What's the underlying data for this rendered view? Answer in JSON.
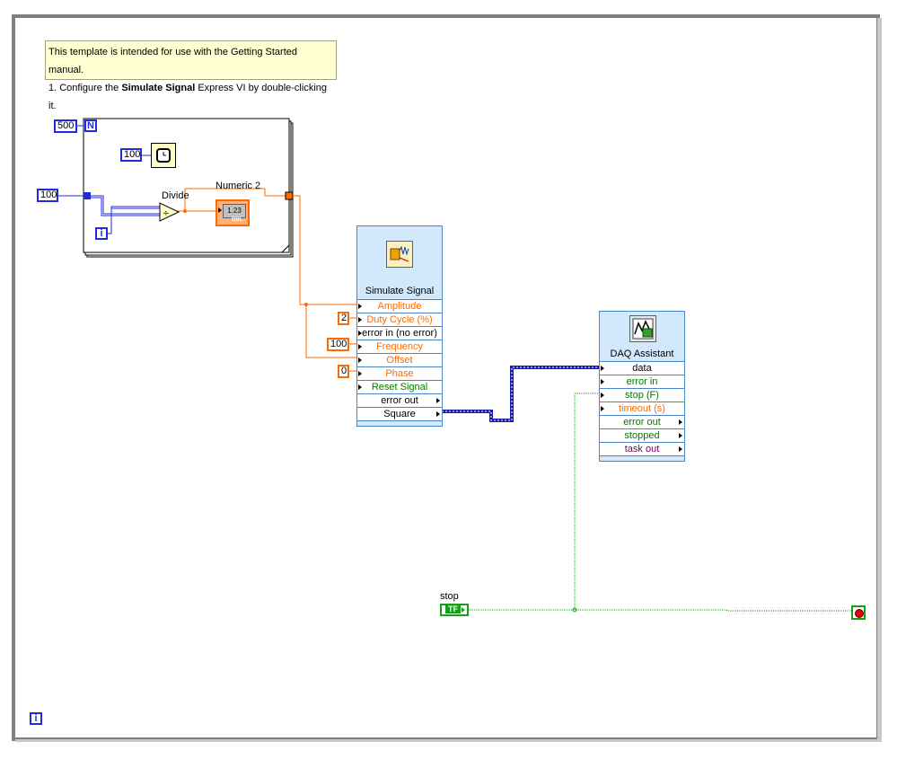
{
  "comment": {
    "line1": "This template is intended for use with the Getting Started manual.",
    "line2_prefix": "1. Configure the ",
    "line2_bold": "Simulate Signal",
    "line2_suffix": " Express VI by double-clicking it."
  },
  "for_loop": {
    "count_constant": "500",
    "count_terminal": "N",
    "wait_constant": "100",
    "divide_input_constant": "100",
    "iteration_terminal": "i",
    "divide_label": "Divide",
    "numeric_label": "Numeric 2",
    "numeric_indicator_text": "1.23",
    "numeric_indicator_sub": "DBL"
  },
  "simulate_signal": {
    "title": "Simulate Signal",
    "rows": [
      {
        "label": "Amplitude",
        "color": "orange",
        "in": true,
        "out": false
      },
      {
        "label": "Duty Cycle (%)",
        "color": "orange",
        "in": true,
        "out": false
      },
      {
        "label": "error in (no error)",
        "color": "black",
        "in": true,
        "out": false
      },
      {
        "label": "Frequency",
        "color": "orange",
        "in": true,
        "out": false
      },
      {
        "label": "Offset",
        "color": "orange",
        "in": true,
        "out": false
      },
      {
        "label": "Phase",
        "color": "orange",
        "in": true,
        "out": false
      },
      {
        "label": "Reset Signal",
        "color": "green",
        "in": true,
        "out": false
      },
      {
        "label": "error out",
        "color": "black",
        "in": false,
        "out": true
      },
      {
        "label": "Square",
        "color": "black",
        "in": false,
        "out": true
      }
    ],
    "duty_cycle_constant": "2",
    "frequency_constant": "100",
    "phase_constant": "0"
  },
  "daq_assistant": {
    "title": "DAQ Assistant",
    "rows": [
      {
        "label": "data",
        "color": "black",
        "in": true,
        "out": false
      },
      {
        "label": "error in",
        "color": "green",
        "in": true,
        "out": false
      },
      {
        "label": "stop (F)",
        "color": "green",
        "in": true,
        "out": false
      },
      {
        "label": "timeout (s)",
        "color": "orange",
        "in": true,
        "out": false
      },
      {
        "label": "error out",
        "color": "green",
        "in": false,
        "out": true
      },
      {
        "label": "stopped",
        "color": "green",
        "in": false,
        "out": true
      },
      {
        "label": "task out",
        "color": "purple",
        "in": false,
        "out": true
      }
    ]
  },
  "stop_control": {
    "label": "stop",
    "text": "TF"
  },
  "while_loop": {
    "iteration_terminal": "i"
  },
  "colors": {
    "integer_wire": "#1f2bdc",
    "double_wire": "#ff6a00",
    "boolean_wire": "#1a9d1a",
    "express_bg": "#d2e8fc"
  }
}
